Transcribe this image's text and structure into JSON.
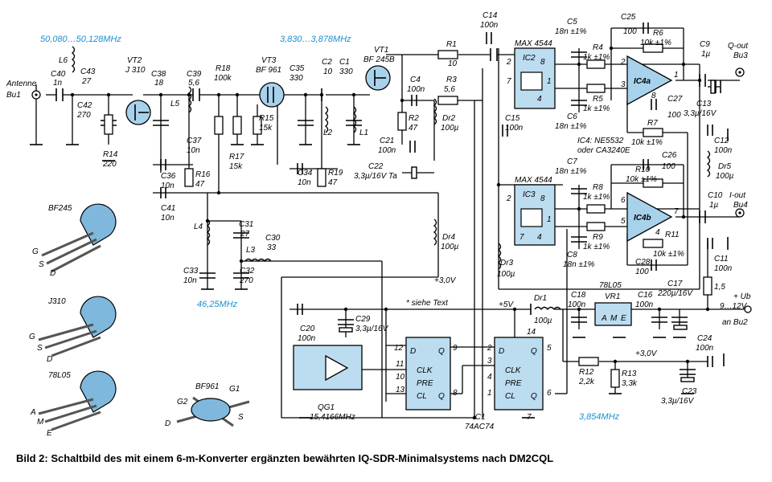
{
  "caption": "Bild 2: Schaltbild des mit einem 6-m-Konverter ergänzten bewährten IQ-SDR-Minimalsystems nach DM2CQL",
  "frequencies": {
    "f_input": "50,080…50,128MHz",
    "f_if": "3,830…3,878MHz",
    "f_osc": "46,25MHz",
    "f_lo": "3,854MHz"
  },
  "connectors": {
    "antenna_name": "Antenne",
    "antenna_ref": "Bu1",
    "q_out_name": "Q-out",
    "q_out_ref": "Bu3",
    "i_out_name": "I-out",
    "i_out_ref": "Bu4",
    "supply_name": "+ Ub",
    "supply_value": "9…12V",
    "supply_ref": "an Bu2"
  },
  "transistors": {
    "vt1_ref": "VT1",
    "vt1_type": "BF 245B",
    "vt2_ref": "VT2",
    "vt2_type": "J 310",
    "vt3_ref": "VT3",
    "vt3_type": "BF 961"
  },
  "ics": {
    "ic1_ref": "IC1",
    "ic1_type": "74AC74",
    "ic2_ref": "IC2",
    "ic2_type": "MAX 4544",
    "ic3_ref": "IC3",
    "ic3_type": "MAX 4544",
    "ic4a_ref": "IC4a",
    "ic4b_ref": "IC4b",
    "ic4_note_1": "IC4: NE5532",
    "ic4_note_2": "oder CA3240E",
    "vr1_ref": "VR1",
    "vr1_type": "78L05",
    "qg1_ref": "QG1",
    "qg1_freq": "15,4166MHz"
  },
  "ff_pins": {
    "d": "D",
    "q": "Q",
    "clk": "CLK",
    "pre": "PRE",
    "clr": "CL",
    "qbar": "Q"
  },
  "pin_numbers": {
    "ic2_2": "2",
    "ic2_8": "8",
    "ic2_7": "7",
    "ic2_1": "1",
    "ic2_4": "4",
    "ic3_2": "2",
    "ic3_8": "8",
    "ic3_7": "7",
    "ic3_1": "1",
    "ic3_4": "4",
    "ic4a_2": "2",
    "ic4a_3": "3",
    "ic4a_1": "1",
    "ic4a_8": "8",
    "ic4b_6": "6",
    "ic4b_5": "5",
    "ic4b_7": "7",
    "ic4b_4": "4",
    "ic1_12": "12",
    "ic1_11": "11",
    "ic1_10": "10",
    "ic1_13": "13",
    "ic1_9": "9",
    "ic1_8": "8",
    "ic1_2": "2",
    "ic1_3": "3",
    "ic1_4": "4",
    "ic1_1": "1",
    "ic1_5": "5",
    "ic1_6": "6",
    "ic1_14": "14",
    "ic1_7": "7"
  },
  "vr_pins": {
    "a": "A",
    "m": "M",
    "e": "E"
  },
  "rails": {
    "v5": "+5V",
    "v3a": "+3,0V",
    "v3b": "+3,0V",
    "note": "* siehe Text"
  },
  "components": {
    "C40": [
      "C40",
      "1n"
    ],
    "L6": [
      "L6",
      ""
    ],
    "C43": [
      "C43",
      "27"
    ],
    "C42": [
      "C42",
      "270"
    ],
    "R14": [
      "R14",
      "220"
    ],
    "C38": [
      "C38",
      "18"
    ],
    "C39": [
      "C39",
      "5,6"
    ],
    "L5": [
      "L5",
      ""
    ],
    "C37": [
      "C37",
      "10n"
    ],
    "R16": [
      "R16",
      "47"
    ],
    "C36": [
      "C36",
      "10n"
    ],
    "C41": [
      "C41",
      "10n"
    ],
    "R18": [
      "R18",
      "100k"
    ],
    "R17": [
      "R17",
      "15k"
    ],
    "R15": [
      "R15",
      "15k"
    ],
    "C35": [
      "C35",
      "330"
    ],
    "C2": [
      "C2",
      "10"
    ],
    "C1": [
      "C1",
      "330"
    ],
    "L2": [
      "L2",
      ""
    ],
    "L1": [
      "L1",
      ""
    ],
    "C34": [
      "C34",
      "10n"
    ],
    "R19": [
      "R19",
      "47"
    ],
    "C4": [
      "C4",
      "100n"
    ],
    "R2": [
      "R2",
      "47"
    ],
    "Dr2": [
      "Dr2",
      "100µ"
    ],
    "C21": [
      "C21",
      "100n"
    ],
    "C22": [
      "C22",
      "3,3µ/16V Ta"
    ],
    "R1": [
      "R1",
      "10"
    ],
    "R3": [
      "R3",
      "5,6"
    ],
    "C14": [
      "C14",
      "100n"
    ],
    "C15": [
      "C15",
      "100n"
    ],
    "C5": [
      "C5",
      "18n ±1%"
    ],
    "C6": [
      "C6",
      "18n ±1%"
    ],
    "R4": [
      "R4",
      "1k ±1%"
    ],
    "R5": [
      "R5",
      "1k ±1%"
    ],
    "C25": [
      "C25",
      "100"
    ],
    "R6": [
      "R6",
      "10k ±1%"
    ],
    "C9": [
      "C9",
      "1µ"
    ],
    "C27": [
      "C27",
      "100"
    ],
    "C13": [
      "C13",
      "3,3µ/16V"
    ],
    "R7": [
      "R7",
      "10k ±1%"
    ],
    "C12": [
      "C12",
      "100n"
    ],
    "C26": [
      "C26",
      "100"
    ],
    "R10": [
      "R10",
      "10k ±1%"
    ],
    "Dr5": [
      "Dr5",
      "100µ"
    ],
    "C7": [
      "C7",
      "18n ±1%"
    ],
    "C8": [
      "C8",
      "18n ±1%"
    ],
    "R8": [
      "R8",
      "1k ±1%"
    ],
    "R9": [
      "R9",
      "1k ±1%"
    ],
    "C10": [
      "C10",
      "1µ"
    ],
    "R11": [
      "R11",
      "10k ±1%"
    ],
    "C28": [
      "C28",
      "100"
    ],
    "C11": [
      "C11",
      "100n"
    ],
    "L4": [
      "L4",
      ""
    ],
    "C31": [
      "C31",
      "27"
    ],
    "L3": [
      "L3",
      ""
    ],
    "C30": [
      "C30",
      "33"
    ],
    "C32": [
      "C32",
      "270"
    ],
    "C33": [
      "C33",
      "10n"
    ],
    "Dr4": [
      "Dr4",
      "100µ"
    ],
    "Dr3": [
      "Dr3",
      "100µ"
    ],
    "C20": [
      "C20",
      "100n"
    ],
    "C29": [
      "C29",
      "3,3µ/16V"
    ],
    "Dr1": [
      "Dr1",
      "100µ"
    ],
    "C18": [
      "C18",
      "100n"
    ],
    "C16": [
      "C16",
      "100n"
    ],
    "C17": [
      "C17",
      "220µ/16V"
    ],
    "R12": [
      "R12",
      "2,2k"
    ],
    "R13": [
      "R13",
      "3,3k"
    ],
    "C23": [
      "C23",
      "3,3µ/16V"
    ],
    "C24": [
      "C24",
      "100n"
    ],
    "R_ub": [
      "",
      "1,5"
    ]
  },
  "pinouts": {
    "bf245": {
      "name": "BF245",
      "p1": "G",
      "p2": "S",
      "p3": "D"
    },
    "j310": {
      "name": "J310",
      "p1": "G",
      "p2": "S",
      "p3": "D"
    },
    "l78": {
      "name": "78L05",
      "p1": "A",
      "p2": "M",
      "p3": "E"
    },
    "bf961": {
      "name": "BF961",
      "p1": "G1",
      "p2": "G2",
      "p3": "S",
      "p4": "D"
    }
  }
}
